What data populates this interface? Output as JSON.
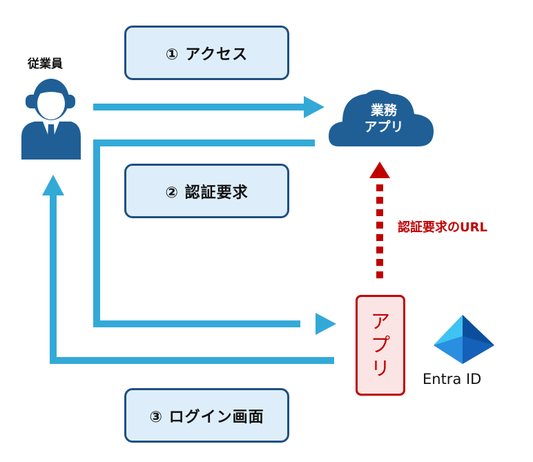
{
  "employee": {
    "label": "従業員"
  },
  "steps": [
    {
      "label": "① アクセス"
    },
    {
      "label": "② 認証要求"
    },
    {
      "label": "③ ログイン画面"
    }
  ],
  "cloud": {
    "line1": "業務",
    "line2": "アプリ"
  },
  "url_label": "認証要求のURL",
  "app_box": {
    "chars": [
      "ア",
      "プ",
      "リ"
    ]
  },
  "entra": {
    "label": "Entra ID"
  },
  "colors": {
    "arrow": "#33a9d8",
    "box_border": "#1f4f80",
    "box_fill": "#ddeefa",
    "cloud": "#1f5f96",
    "red": "#c00000",
    "app_fill": "#fbe4e4"
  }
}
